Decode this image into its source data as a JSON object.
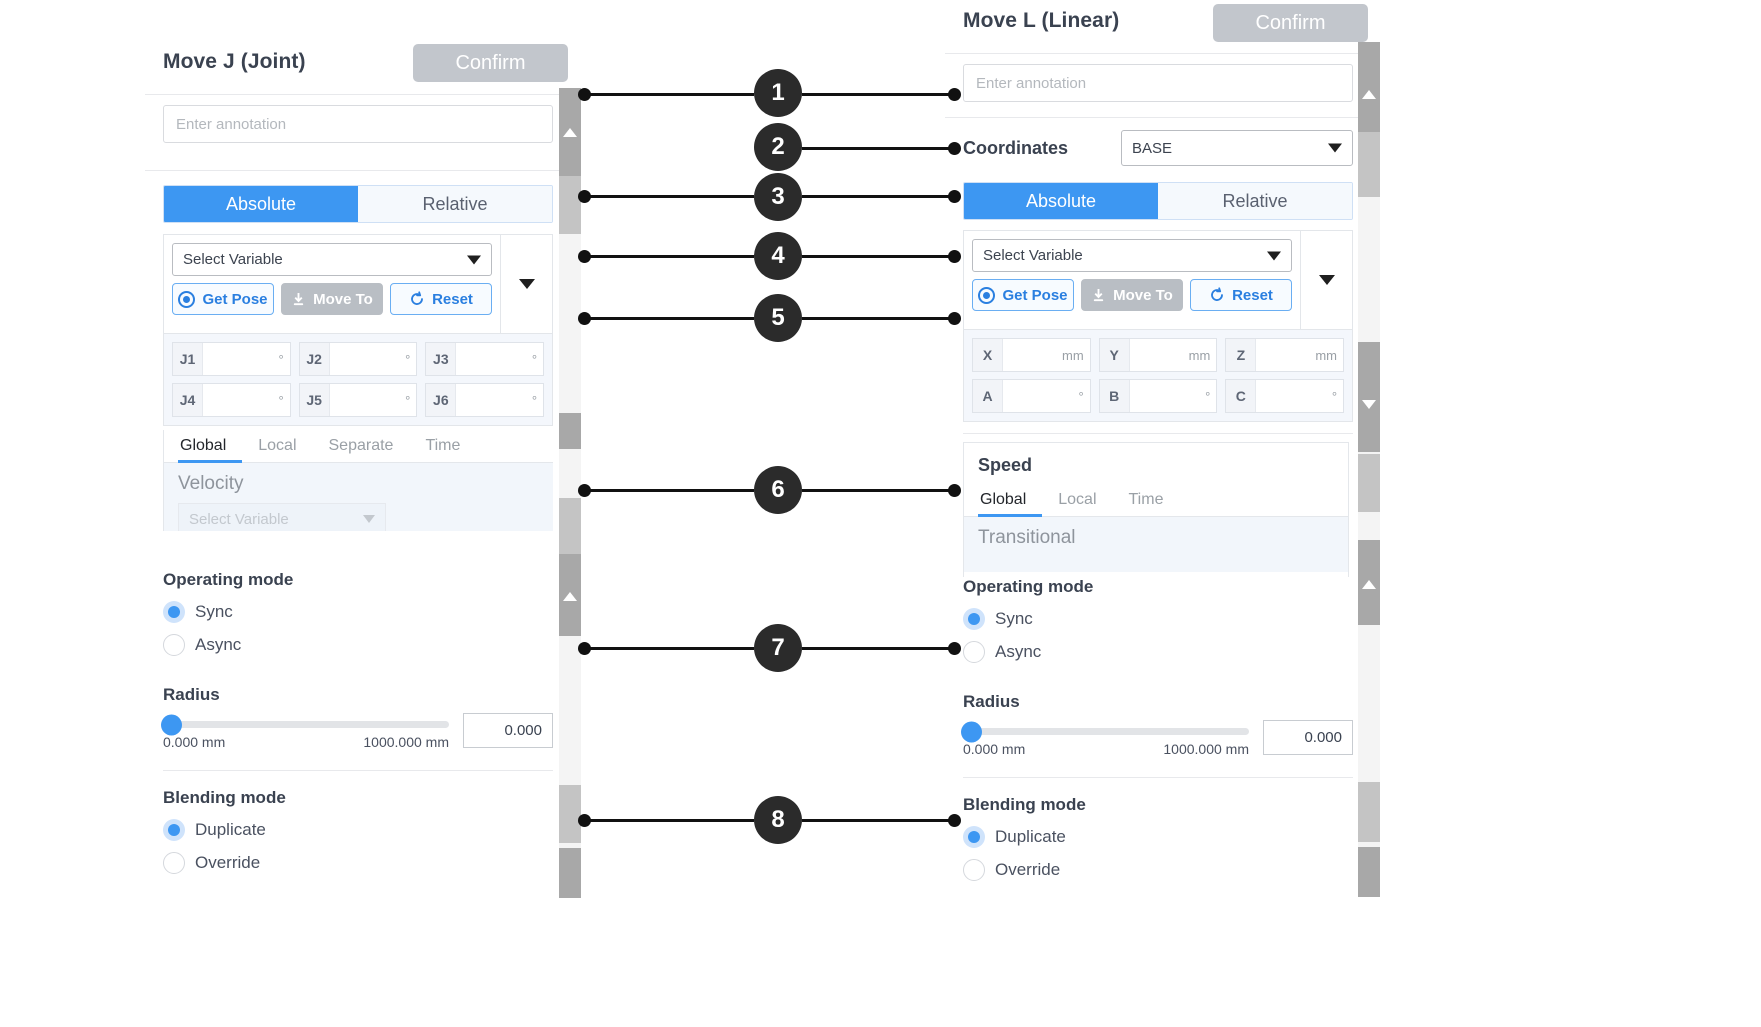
{
  "left_panel": {
    "title": "Move J (Joint)",
    "confirm_label": "Confirm",
    "annotation_placeholder": "Enter annotation",
    "mode_tabs": [
      {
        "label": "Absolute",
        "active": true
      },
      {
        "label": "Relative",
        "active": false
      }
    ],
    "variable_select": "Select Variable",
    "actions": [
      {
        "label": "Get Pose",
        "icon": "target-radio-icon",
        "state": "enabled"
      },
      {
        "label": "Move To",
        "icon": "download-icon",
        "state": "disabled"
      },
      {
        "label": "Reset",
        "icon": "refresh-icon",
        "state": "enabled"
      }
    ],
    "joint_fields": [
      [
        {
          "label": "J1",
          "value": "",
          "unit": "°"
        },
        {
          "label": "J2",
          "value": "",
          "unit": "°"
        },
        {
          "label": "J3",
          "value": "",
          "unit": "°"
        }
      ],
      [
        {
          "label": "J4",
          "value": "",
          "unit": "°"
        },
        {
          "label": "J5",
          "value": "",
          "unit": "°"
        },
        {
          "label": "J6",
          "value": "",
          "unit": "°"
        }
      ]
    ],
    "speed_tabs": [
      {
        "label": "Global",
        "active": true
      },
      {
        "label": "Local",
        "active": false
      },
      {
        "label": "Separate",
        "active": false
      },
      {
        "label": "Time",
        "active": false
      }
    ],
    "velocity_label": "Velocity",
    "velocity_select": "Select Variable",
    "operating_mode": {
      "heading": "Operating mode",
      "options": [
        {
          "label": "Sync",
          "selected": true
        },
        {
          "label": "Async",
          "selected": false
        }
      ]
    },
    "radius": {
      "heading": "Radius",
      "min_label": "0.000 mm",
      "max_label": "1000.000 mm",
      "value": "0.000",
      "fill_percent": 0
    },
    "blending_mode": {
      "heading": "Blending mode",
      "options": [
        {
          "label": "Duplicate",
          "selected": true
        },
        {
          "label": "Override",
          "selected": false
        }
      ]
    }
  },
  "right_panel": {
    "title": "Move L (Linear)",
    "confirm_label": "Confirm",
    "annotation_placeholder": "Enter annotation",
    "coordinates_label": "Coordinates",
    "coordinates_value": "BASE",
    "mode_tabs": [
      {
        "label": "Absolute",
        "active": true
      },
      {
        "label": "Relative",
        "active": false
      }
    ],
    "variable_select": "Select Variable",
    "actions": [
      {
        "label": "Get Pose",
        "icon": "target-radio-icon",
        "state": "enabled"
      },
      {
        "label": "Move To",
        "icon": "download-icon",
        "state": "disabled"
      },
      {
        "label": "Reset",
        "icon": "refresh-icon",
        "state": "enabled"
      }
    ],
    "pose_fields": [
      [
        {
          "label": "X",
          "value": "",
          "unit": "mm"
        },
        {
          "label": "Y",
          "value": "",
          "unit": "mm"
        },
        {
          "label": "Z",
          "value": "",
          "unit": "mm"
        }
      ],
      [
        {
          "label": "A",
          "value": "",
          "unit": "°"
        },
        {
          "label": "B",
          "value": "",
          "unit": "°"
        },
        {
          "label": "C",
          "value": "",
          "unit": "°"
        }
      ]
    ],
    "speed_heading": "Speed",
    "speed_tabs": [
      {
        "label": "Global",
        "active": true
      },
      {
        "label": "Local",
        "active": false
      },
      {
        "label": "Time",
        "active": false
      }
    ],
    "transitional_label": "Transitional",
    "operating_mode": {
      "heading": "Operating mode",
      "options": [
        {
          "label": "Sync",
          "selected": true
        },
        {
          "label": "Async",
          "selected": false
        }
      ]
    },
    "radius": {
      "heading": "Radius",
      "min_label": "0.000 mm",
      "max_label": "1000.000 mm",
      "value": "0.000",
      "fill_percent": 0
    },
    "blending_mode": {
      "heading": "Blending mode",
      "options": [
        {
          "label": "Duplicate",
          "selected": true
        },
        {
          "label": "Override",
          "selected": false
        }
      ]
    }
  },
  "callouts": [
    {
      "number": "1"
    },
    {
      "number": "2"
    },
    {
      "number": "3"
    },
    {
      "number": "4"
    },
    {
      "number": "5"
    },
    {
      "number": "6"
    },
    {
      "number": "7"
    },
    {
      "number": "8"
    }
  ],
  "colors": {
    "accent": "#3d97f2",
    "disabled": "#b9bec4",
    "callout": "#2b2b2b",
    "panel_bg": "#f2f6fb"
  }
}
